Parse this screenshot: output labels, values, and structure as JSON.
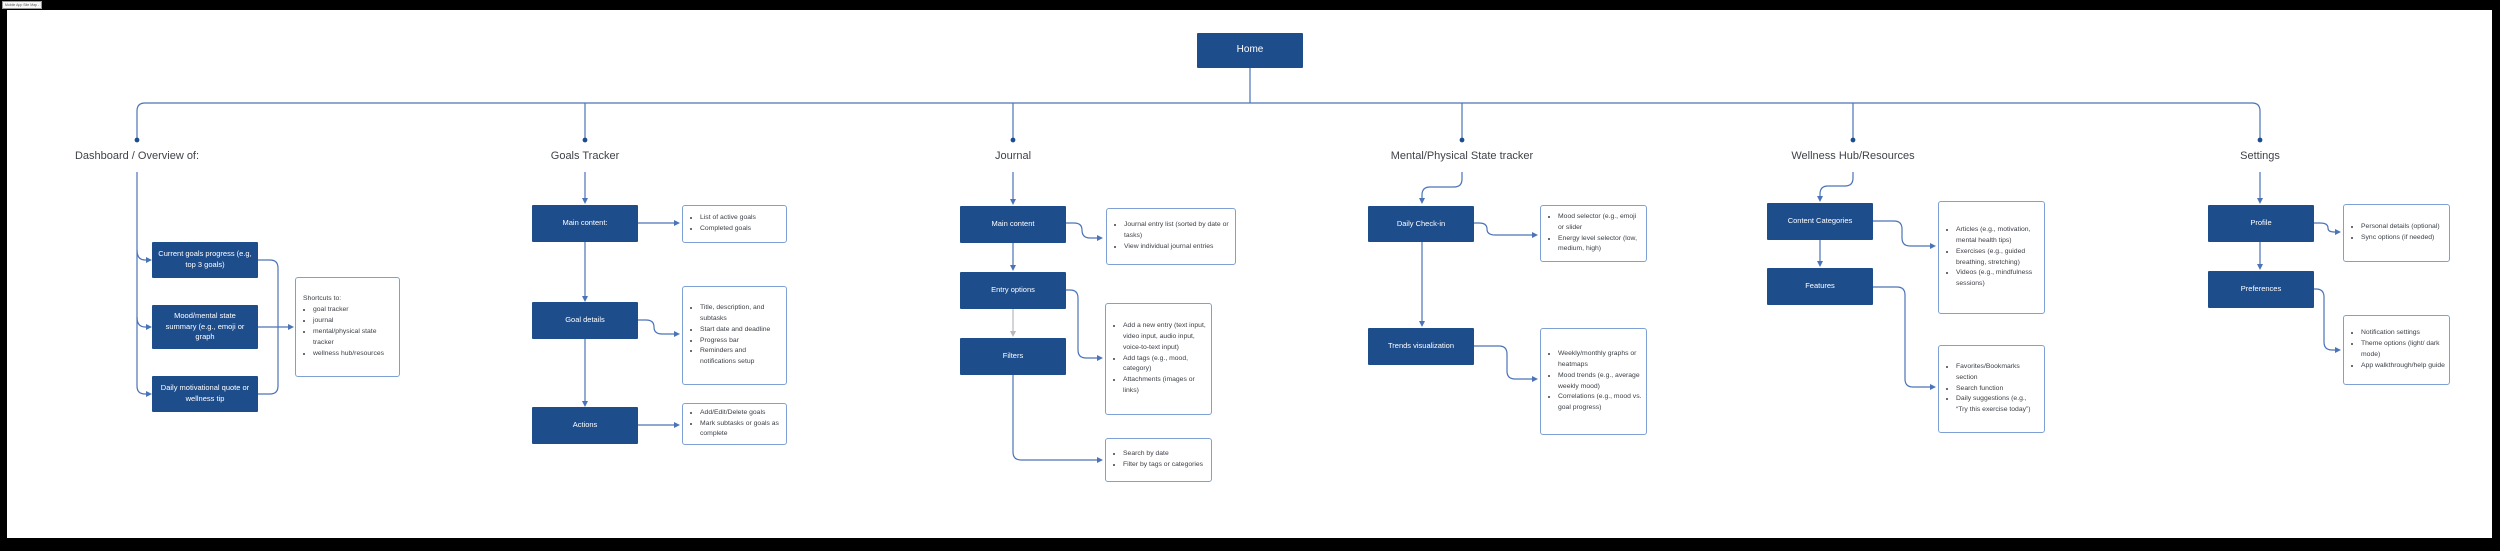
{
  "window": {
    "tab_title": "Mobile App Site Map - 1"
  },
  "root": {
    "label": "Home"
  },
  "colors": {
    "node_fill": "#1e4d8c",
    "node_text": "#ffffff",
    "connector": "#4a73b8",
    "muted_connector": "#b5b8bd",
    "detail_border": "#7fa0d4",
    "canvas_bg": "#ffffff",
    "frame_bg": "#000000",
    "label_text": "#3f4349"
  },
  "sections": [
    {
      "label": "Dashboard / Overview of:",
      "nodes": [
        "Current goals progress (e.g, top 3 goals)",
        "Mood/mental state summary (e.g., emoji or graph",
        "Daily motivational quote or wellness tip"
      ],
      "details": [
        {
          "heading": "Shortcuts to:",
          "bullets": [
            "goal tracker",
            "journal",
            "mental/physical state tracker",
            "wellness hub/resources"
          ]
        }
      ]
    },
    {
      "label": "Goals Tracker",
      "nodes": [
        "Main content:",
        "Goal details",
        "Actions"
      ],
      "details": [
        {
          "bullets": [
            "List of active goals",
            "Completed goals"
          ]
        },
        {
          "bullets": [
            "Title, description, and subtasks",
            "Start date and deadline",
            "Progress bar",
            "Reminders and notifications setup"
          ]
        },
        {
          "bullets": [
            "Add/Edit/Delete goals",
            "Mark subtasks or goals as complete"
          ]
        }
      ]
    },
    {
      "label": "Journal",
      "nodes": [
        "Main content",
        "Entry options",
        "Filters"
      ],
      "details": [
        {
          "bullets": [
            "Journal entry list (sorted by date or tasks)",
            "View individual journal entries"
          ]
        },
        {
          "bullets": [
            "Add a new entry (text input, video input, audio input, voice-to-text input)",
            "Add tags (e.g., mood, category)",
            "Attachments (images or links)"
          ]
        },
        {
          "bullets": [
            "Search by date",
            "Filter by tags or categories"
          ]
        }
      ]
    },
    {
      "label": "Mental/Physical State tracker",
      "nodes": [
        "Daily Check-in",
        "Trends visualization"
      ],
      "details": [
        {
          "bullets": [
            "Mood selector (e.g., emoji or slider",
            "Energy level selector (low, medium, high)"
          ]
        },
        {
          "bullets": [
            "Weekly/monthly graphs or heatmaps",
            "Mood trends (e.g., average weekly mood)",
            "Correlations (e.g., mood vs. goal progress)"
          ]
        }
      ]
    },
    {
      "label": "Wellness Hub/Resources",
      "nodes": [
        "Content Categories",
        "Features"
      ],
      "details": [
        {
          "bullets": [
            "Articles (e.g., motivation, mental health tips)",
            "Exercises (e.g., guided breathing, stretching)",
            "Videos (e.g., mindfulness sessions)"
          ]
        },
        {
          "bullets": [
            "Favorites/Bookmarks section",
            "Search function",
            "Daily suggestions (e.g., “Try this exercise today”)"
          ]
        }
      ]
    },
    {
      "label": "Settings",
      "nodes": [
        "Profile",
        "Preferences"
      ],
      "details": [
        {
          "bullets": [
            "Personal details (optional)",
            "Sync options (if needed)"
          ]
        },
        {
          "bullets": [
            "Notification settings",
            "Theme options (light/ dark mode)",
            "App walkthrough/help guide"
          ]
        }
      ]
    }
  ]
}
